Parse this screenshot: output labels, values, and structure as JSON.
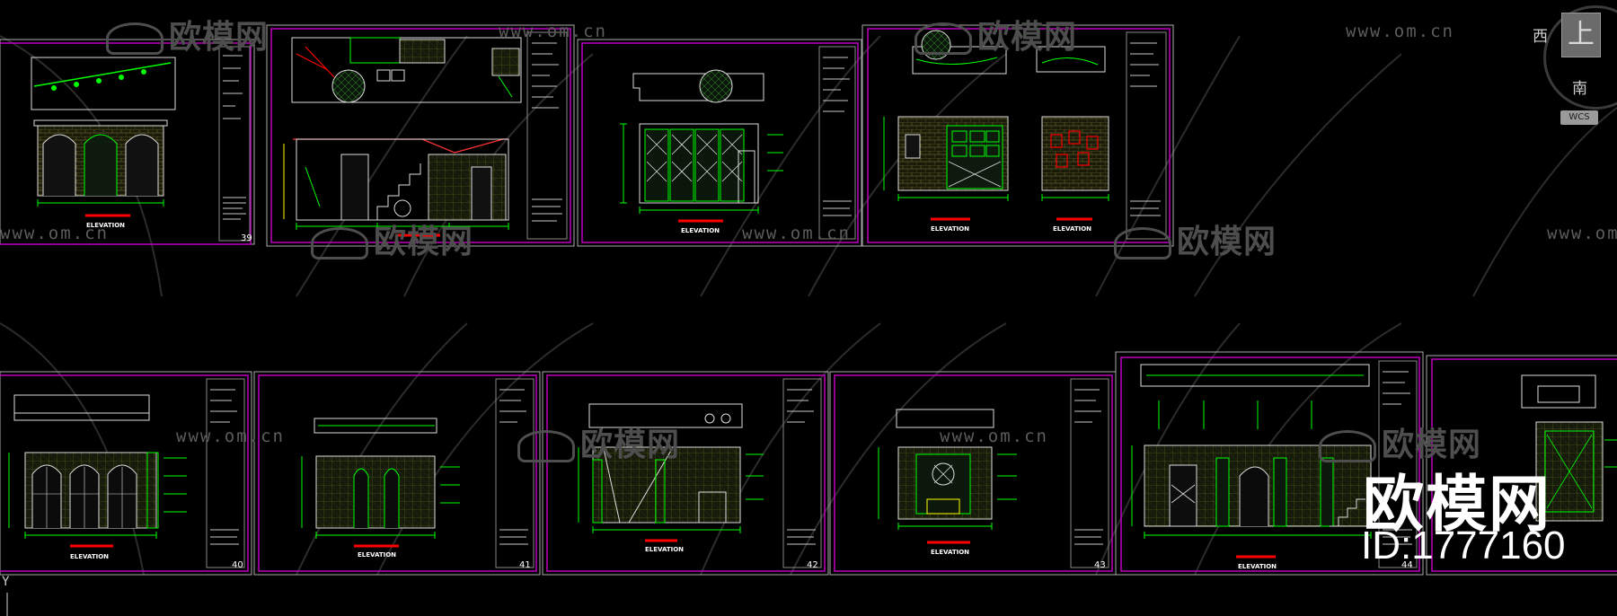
{
  "app": {
    "title": "CAD drawing viewer"
  },
  "viewcube": {
    "face_label": "上",
    "west_label": "西",
    "south_label": "南",
    "wcs_label": "WCS"
  },
  "watermarks": {
    "url_text": "www.om.cn",
    "brand_text": "欧模网"
  },
  "overlay": {
    "brand": "欧模网",
    "id_text": "ID:1777160"
  },
  "sheets": {
    "elevation_label": "ELEVATION",
    "numbers": [
      "39",
      "40",
      "41",
      "42",
      "43",
      "44"
    ]
  },
  "colors": {
    "sheet_border": "#c000c0",
    "linework": "#00ff00",
    "accent_red": "#ff0000",
    "yellow": "#ffff00"
  }
}
